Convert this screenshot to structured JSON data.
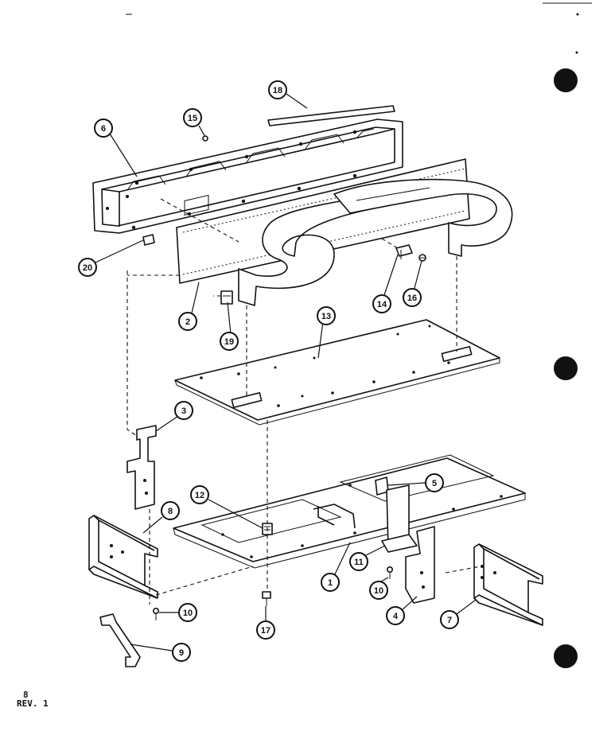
{
  "footer": {
    "page_number": "8",
    "revision": "REV. 1"
  },
  "callouts": [
    {
      "id": "c6",
      "label": "6"
    },
    {
      "id": "c15",
      "label": "15"
    },
    {
      "id": "c18",
      "label": "18"
    },
    {
      "id": "c20",
      "label": "20"
    },
    {
      "id": "c2",
      "label": "2"
    },
    {
      "id": "c19",
      "label": "19"
    },
    {
      "id": "c14",
      "label": "14"
    },
    {
      "id": "c16",
      "label": "16"
    },
    {
      "id": "c13",
      "label": "13"
    },
    {
      "id": "c3",
      "label": "3"
    },
    {
      "id": "c12",
      "label": "12"
    },
    {
      "id": "c5",
      "label": "5"
    },
    {
      "id": "c8",
      "label": "8"
    },
    {
      "id": "c11",
      "label": "11"
    },
    {
      "id": "c1",
      "label": "1"
    },
    {
      "id": "c10a",
      "label": "10"
    },
    {
      "id": "c10b",
      "label": "10"
    },
    {
      "id": "c4",
      "label": "4"
    },
    {
      "id": "c7",
      "label": "7"
    },
    {
      "id": "c17",
      "label": "17"
    },
    {
      "id": "c9",
      "label": "9"
    }
  ],
  "colors": {
    "ink": "#111111",
    "paper": "#ffffff"
  }
}
